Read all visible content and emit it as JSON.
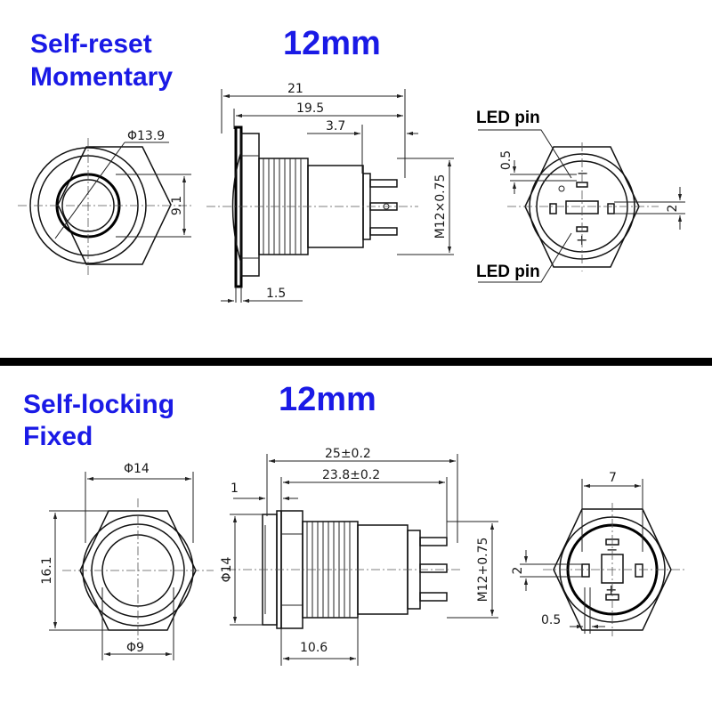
{
  "top": {
    "type_line1": "Self-reset",
    "type_line2": "Momentary",
    "size": "12mm",
    "dims": {
      "diam_outer": "Φ13.9",
      "h_inner": "9.1",
      "len_total": "21",
      "len_body": "19.5",
      "len_pin": "3.7",
      "flange": "1.5",
      "thread": "M12×0.75",
      "pin_offset": "0.5",
      "pin_gap": "2"
    },
    "led_pin_top": "LED pin",
    "led_pin_bottom": "LED pin"
  },
  "bottom": {
    "type_line1": "Self-locking",
    "type_line2": "Fixed",
    "size": "12mm",
    "dims": {
      "diam_outer": "Φ14",
      "height": "16.1",
      "diam_inner": "Φ9",
      "len_total": "25±0.2",
      "len_body": "23.8±0.2",
      "flange": "1",
      "side_diam": "Φ14",
      "thread_len": "10.6",
      "thread": "M12+0.75",
      "rear_width": "7",
      "pin_gap": "2",
      "pin_offset": "0.5"
    }
  },
  "colors": {
    "heading": "#1a1ae6",
    "line": "#111111",
    "separator": "#000000"
  }
}
